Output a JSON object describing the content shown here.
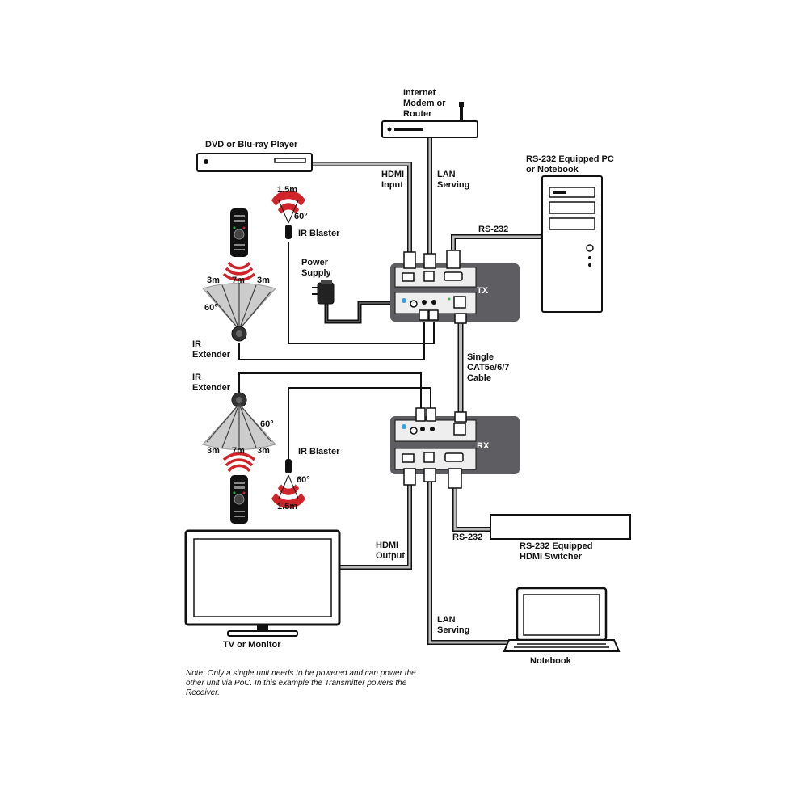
{
  "labels": {
    "router": "Internet\nModem or\nRouter",
    "dvd": "DVD or Blu-ray Player",
    "pc": "RS-232 Equipped PC\nor Notebook",
    "hdmi_input": "HDMI\nInput",
    "lan_serving_top": "LAN\nServing",
    "rs232_top": "RS-232",
    "ir_range_top": "1.5m",
    "ir_angle_top": "60°",
    "ir_blaster_top": "IR Blaster",
    "power_supply": "Power\nSupply",
    "ext_left_top": "3m",
    "ext_mid_top": "7m",
    "ext_right_top": "3m",
    "ext_angle_top": "60°",
    "ir_extender_top": "IR\nExtender",
    "cable": "Single\nCAT5e/6/7\nCable",
    "ir_extender_bottom": "IR\nExtender",
    "ext_angle_bottom": "60°",
    "ext_left_bottom": "3m",
    "ext_mid_bottom": "7m",
    "ext_right_bottom": "3m",
    "ir_blaster_bottom": "IR Blaster",
    "ir_angle_bottom": "60°",
    "ir_range_bottom": "1.5m",
    "rs232_bottom": "RS-232",
    "hdmi_switcher": "RS-232 Equipped\nHDMI Switcher",
    "hdmi_output": "HDMI\nOutput",
    "tv": "TV or Monitor",
    "lan_serving_bottom": "LAN\nServing",
    "notebook": "Notebook",
    "tx": "TX",
    "rx": "RX"
  },
  "note": "Note: Only a single unit needs to be powered and can power the other unit via PoC. In this example the Transmitter powers the Receiver.",
  "colors": {
    "unit": "#5e5e62",
    "cable": "#b8b8b8",
    "ir_wave": "#d0242b",
    "ink": "#111111"
  },
  "icons": [
    "router-icon",
    "dvd-player-icon",
    "pc-tower-icon",
    "remote-icon",
    "ir-blaster-icon",
    "ir-extender-icon",
    "power-adapter-icon",
    "tv-icon",
    "notebook-icon",
    "hdmi-switcher-icon"
  ]
}
